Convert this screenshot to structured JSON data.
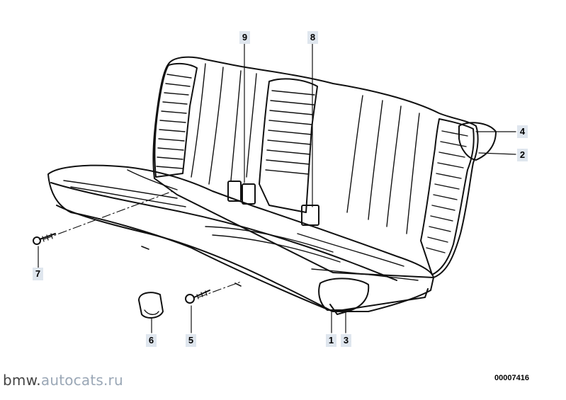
{
  "callouts": {
    "c1": "1",
    "c2": "2",
    "c3": "3",
    "c4": "4",
    "c5": "5",
    "c6": "6",
    "c7": "7",
    "c8": "8",
    "c9": "9"
  },
  "watermark": {
    "brand": "bmw.",
    "site": "autocats.ru"
  },
  "diagram_code": "00007416"
}
